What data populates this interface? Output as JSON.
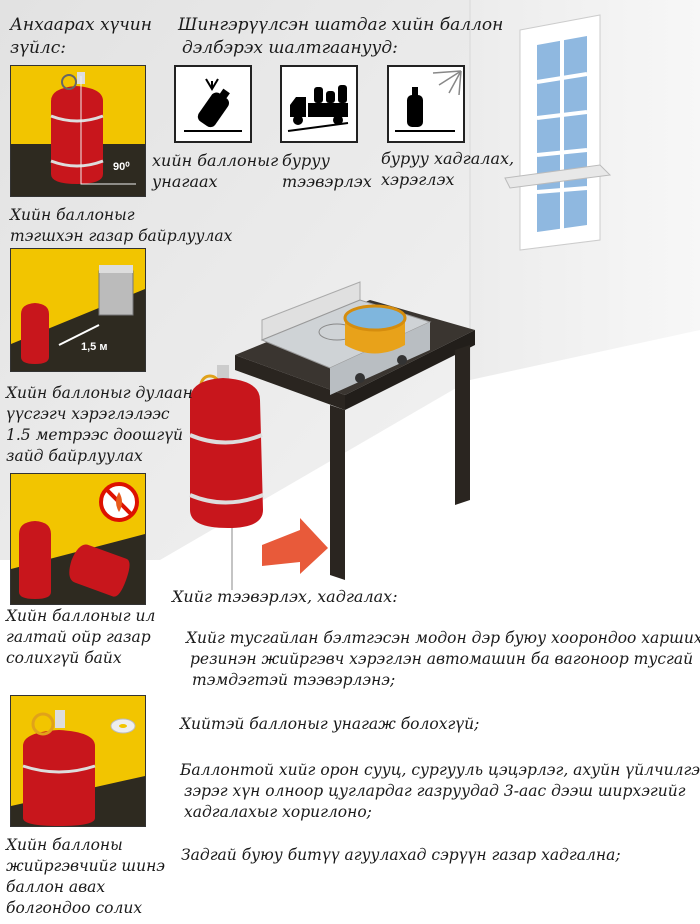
{
  "left": {
    "heading": [
      "Анхаарах хүчин",
      "зүйлс:"
    ],
    "panels": [
      {
        "badge": "90⁰",
        "caption": [
          "Хийн баллоныг",
          "тэгшхэн газар байрлуулах"
        ]
      },
      {
        "badge": "1,5 м",
        "caption": [
          "Хийн баллоныг дулаан",
          "үүсгэгч хэрэглэлээс",
          "1.5 метрээс доошгүй",
          "зайд байрлуулах"
        ]
      },
      {
        "caption": [
          "Хийн баллоныг ил",
          "галтай ойр газар",
          "солихгүй байх"
        ]
      },
      {
        "caption": [
          "Хийн баллоны",
          "жийргэвчийг шинэ",
          "баллон авах",
          "болгондоо солих"
        ]
      }
    ]
  },
  "causes": {
    "heading": [
      "Шингэрүүлсэн шатдаг хийн баллон",
      "дэлбэрэх шалтгаанууд:"
    ],
    "items": [
      {
        "icon": "dropping-cylinder-icon",
        "label": [
          "хийн баллоныг",
          "унагаах"
        ]
      },
      {
        "icon": "truck-transport-icon",
        "label": [
          "буруу",
          "тээвэрлэх"
        ]
      },
      {
        "icon": "sun-heat-icon",
        "label": [
          "буруу хадгалах,",
          "хэрэглэх"
        ]
      }
    ]
  },
  "storage": {
    "heading": "Хийг тээвэрлэх, хадгалах:",
    "rules": [
      [
        "Хийг тусгайлан бэлтгэсэн модон дэр буюу хоорондоо харшихгүй",
        "резинэн жийргэвч хэрэглэн автомашин ба вагоноор тусгай",
        "тэмдэгтэй тээвэрлэнэ;"
      ],
      [
        "Хийтэй баллоныг унагаж болохгүй;"
      ],
      [
        "Баллонтой хийг орон сууц, сургууль цэцэрлэг, ахуйн үйлчилгээ",
        "зэрэг хүн олноор цуглардаг газруудад 3-аас дээш ширхэгийг",
        "хадгалахыг хориглоно;"
      ],
      [
        "Задгай буюу битүү агуулахад сэрүүн газар хадгална;"
      ]
    ]
  },
  "colors": {
    "yellow": "#f2c500",
    "dark": "#2e2a20",
    "red": "#c8161c",
    "arrow": "#e85a3a"
  }
}
